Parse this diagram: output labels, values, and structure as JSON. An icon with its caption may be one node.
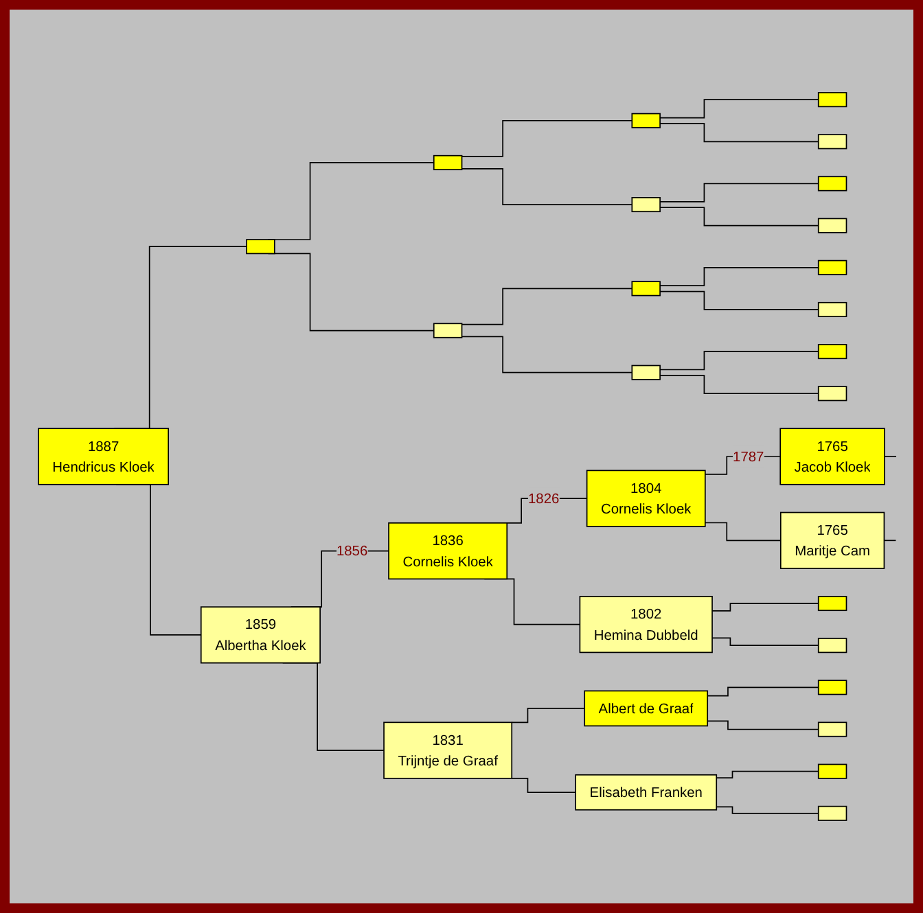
{
  "diagram": {
    "nodes": [
      {
        "text": [
          "1887",
          "Hendricus Kloek"
        ]
      },
      {
        "text": [],
        "shape": "box"
      },
      {
        "text": [
          "1859",
          "Albertha Kloek"
        ]
      },
      {
        "text": [],
        "shape": "box"
      },
      {
        "text": [],
        "shape": "box"
      },
      {
        "text": [
          "1836",
          "Cornelis Kloek"
        ]
      },
      {
        "text": [
          "1831",
          "Trijntje de Graaf"
        ]
      },
      {
        "text": [],
        "shape": "box"
      },
      {
        "text": [],
        "shape": "box"
      },
      {
        "text": [],
        "shape": "box"
      },
      {
        "text": [],
        "shape": "box"
      },
      {
        "text": [
          "1804",
          "Cornelis Kloek"
        ]
      },
      {
        "text": [
          "1802",
          "Hemina Dubbeld"
        ]
      },
      {
        "text": [
          "Albert de Graaf"
        ]
      },
      {
        "text": [
          "Elisabeth Franken"
        ]
      },
      {
        "text": [],
        "shape": "box"
      },
      {
        "text": [],
        "shape": "box"
      },
      {
        "text": [],
        "shape": "box"
      },
      {
        "text": [],
        "shape": "box"
      },
      {
        "text": [],
        "shape": "box"
      },
      {
        "text": [],
        "shape": "box"
      },
      {
        "text": [],
        "shape": "box"
      },
      {
        "text": [],
        "shape": "box"
      },
      {
        "text": [
          "1765",
          "Jacob Kloek"
        ]
      },
      {
        "text": [
          "1765",
          "Maritje Cam"
        ]
      },
      {
        "text": [],
        "shape": "box"
      },
      {
        "text": [],
        "shape": "box"
      },
      {
        "text": [],
        "shape": "box"
      },
      {
        "text": [],
        "shape": "box"
      },
      {
        "text": [],
        "shape": "box"
      },
      {
        "text": [],
        "shape": "box"
      }
    ],
    "edges": [
      {
        "from": 0,
        "to": 1,
        "arrow": "none"
      },
      {
        "from": 0,
        "to": 2,
        "arrow": "none"
      },
      {
        "from": 1,
        "to": 3,
        "arrow": "none"
      },
      {
        "from": 1,
        "to": 4,
        "arrow": "none"
      },
      {
        "from": 2,
        "to": 5,
        "arrow": "none",
        "label": "1856"
      },
      {
        "from": 2,
        "to": 6,
        "arrow": "none"
      },
      {
        "from": 3,
        "to": 7,
        "arrow": "none"
      },
      {
        "from": 3,
        "to": 8,
        "arrow": "none"
      },
      {
        "from": 4,
        "to": 9,
        "arrow": "none"
      },
      {
        "from": 4,
        "to": 10,
        "arrow": "none"
      },
      {
        "from": 5,
        "to": 11,
        "arrow": "none",
        "label": "1826"
      },
      {
        "from": 5,
        "to": 12,
        "arrow": "none"
      },
      {
        "from": 6,
        "to": 13,
        "arrow": "none"
      },
      {
        "from": 6,
        "to": 14,
        "arrow": "none"
      },
      {
        "from": 7,
        "to": 15,
        "arrow": "none"
      },
      {
        "from": 7,
        "to": 16,
        "arrow": "none"
      },
      {
        "from": 8,
        "to": 17,
        "arrow": "none"
      },
      {
        "from": 8,
        "to": 18,
        "arrow": "none"
      },
      {
        "from": 9,
        "to": 19,
        "arrow": "none"
      },
      {
        "from": 9,
        "to": 20,
        "arrow": "none"
      },
      {
        "from": 10,
        "to": 21,
        "arrow": "none"
      },
      {
        "from": 10,
        "to": 22,
        "arrow": "none"
      },
      {
        "from": 11,
        "to": 23,
        "arrow": "none",
        "label": "1787"
      },
      {
        "from": 11,
        "to": 24,
        "arrow": "none"
      },
      {
        "from": 12,
        "to": 25,
        "arrow": "none"
      },
      {
        "from": 12,
        "to": 26,
        "arrow": "none"
      },
      {
        "from": 13,
        "to": 27,
        "arrow": "none"
      },
      {
        "from": 13,
        "to": 28,
        "arrow": "none"
      },
      {
        "from": 14,
        "to": 29,
        "arrow": "none"
      },
      {
        "from": 14,
        "to": 30,
        "arrow": "none"
      },
      {
        "from": 23,
        "to": null,
        "arrow": "none"
      },
      {
        "from": 24,
        "to": null,
        "arrow": "none"
      }
    ]
  }
}
